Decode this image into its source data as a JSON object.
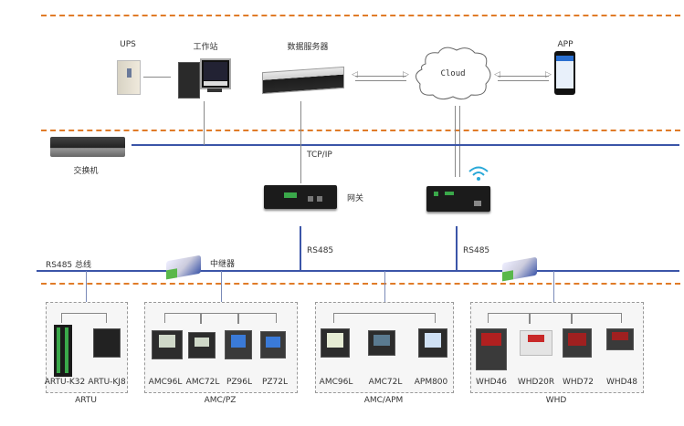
{
  "top_layer": {
    "ups_label": "UPS",
    "workstation_label": "工作站",
    "server_label": "数据服务器",
    "cloud_label": "Cloud",
    "app_label": "APP"
  },
  "network_layer": {
    "switch_label": "交换机",
    "tcpip_label": "TCP/IP",
    "gateway_label": "网关",
    "rs485_left_label": "RS485",
    "rs485_right_label": "RS485"
  },
  "field_layer": {
    "bus_label": "RS485 总线",
    "repeater_label": "中继器"
  },
  "groups": [
    {
      "name": "ARTU",
      "devices": [
        "ARTU-K32",
        "ARTU-KJ8"
      ]
    },
    {
      "name": "AMC/PZ",
      "devices": [
        "AMC96L",
        "AMC72L",
        "PZ96L",
        "PZ72L"
      ]
    },
    {
      "name": "AMC/APM",
      "devices": [
        "AMC96L",
        "AMC72L",
        "APM800"
      ]
    },
    {
      "name": "WHD",
      "devices": [
        "WHD46",
        "WHD20R",
        "WHD72",
        "WHD48"
      ]
    }
  ],
  "colors": {
    "dashed_separator": "#e07b28",
    "bus_line": "#3b55a8",
    "wifi": "#29a8d8"
  }
}
